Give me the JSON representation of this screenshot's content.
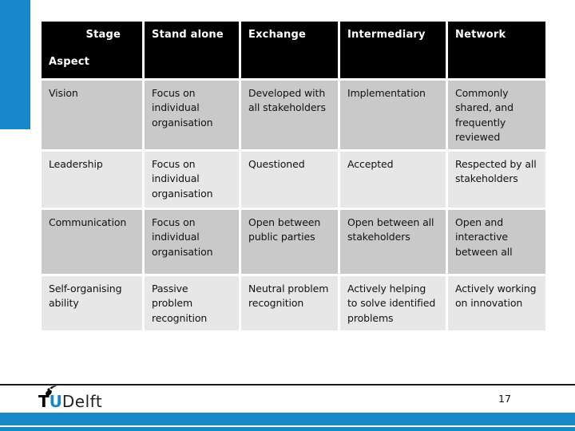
{
  "colors": {
    "accent_blue": "#1888cb",
    "header_bg": "#000000",
    "header_text": "#ffffff",
    "row_dark": "#c9c9c9",
    "row_light": "#e7e7e7"
  },
  "table": {
    "header": {
      "stage_label": "Stage",
      "aspect_label": "Aspect",
      "columns": [
        "Stand alone",
        "Exchange",
        "Intermediary",
        "Network"
      ]
    },
    "rows": [
      {
        "aspect": "Vision",
        "cells": [
          "Focus on individual organisation",
          "Developed with all stakeholders",
          "Implementation",
          "Commonly shared, and frequently reviewed"
        ]
      },
      {
        "aspect": "Leadership",
        "cells": [
          "Focus on individual organisation",
          "Questioned",
          "Accepted",
          "Respected by all stakeholders"
        ]
      },
      {
        "aspect": "Communication",
        "cells": [
          "Focus on individual organisation",
          "Open between public parties",
          "Open between all stakeholders",
          "Open and interactive between all"
        ]
      },
      {
        "aspect": "Self-organising ability",
        "cells": [
          "Passive problem recognition",
          "Neutral problem recognition",
          "Actively helping to solve identified problems",
          "Actively working on innovation"
        ]
      }
    ]
  },
  "footer": {
    "logo_t": "T",
    "logo_u": "U",
    "logo_delft": "Delft",
    "page_number": "17"
  }
}
